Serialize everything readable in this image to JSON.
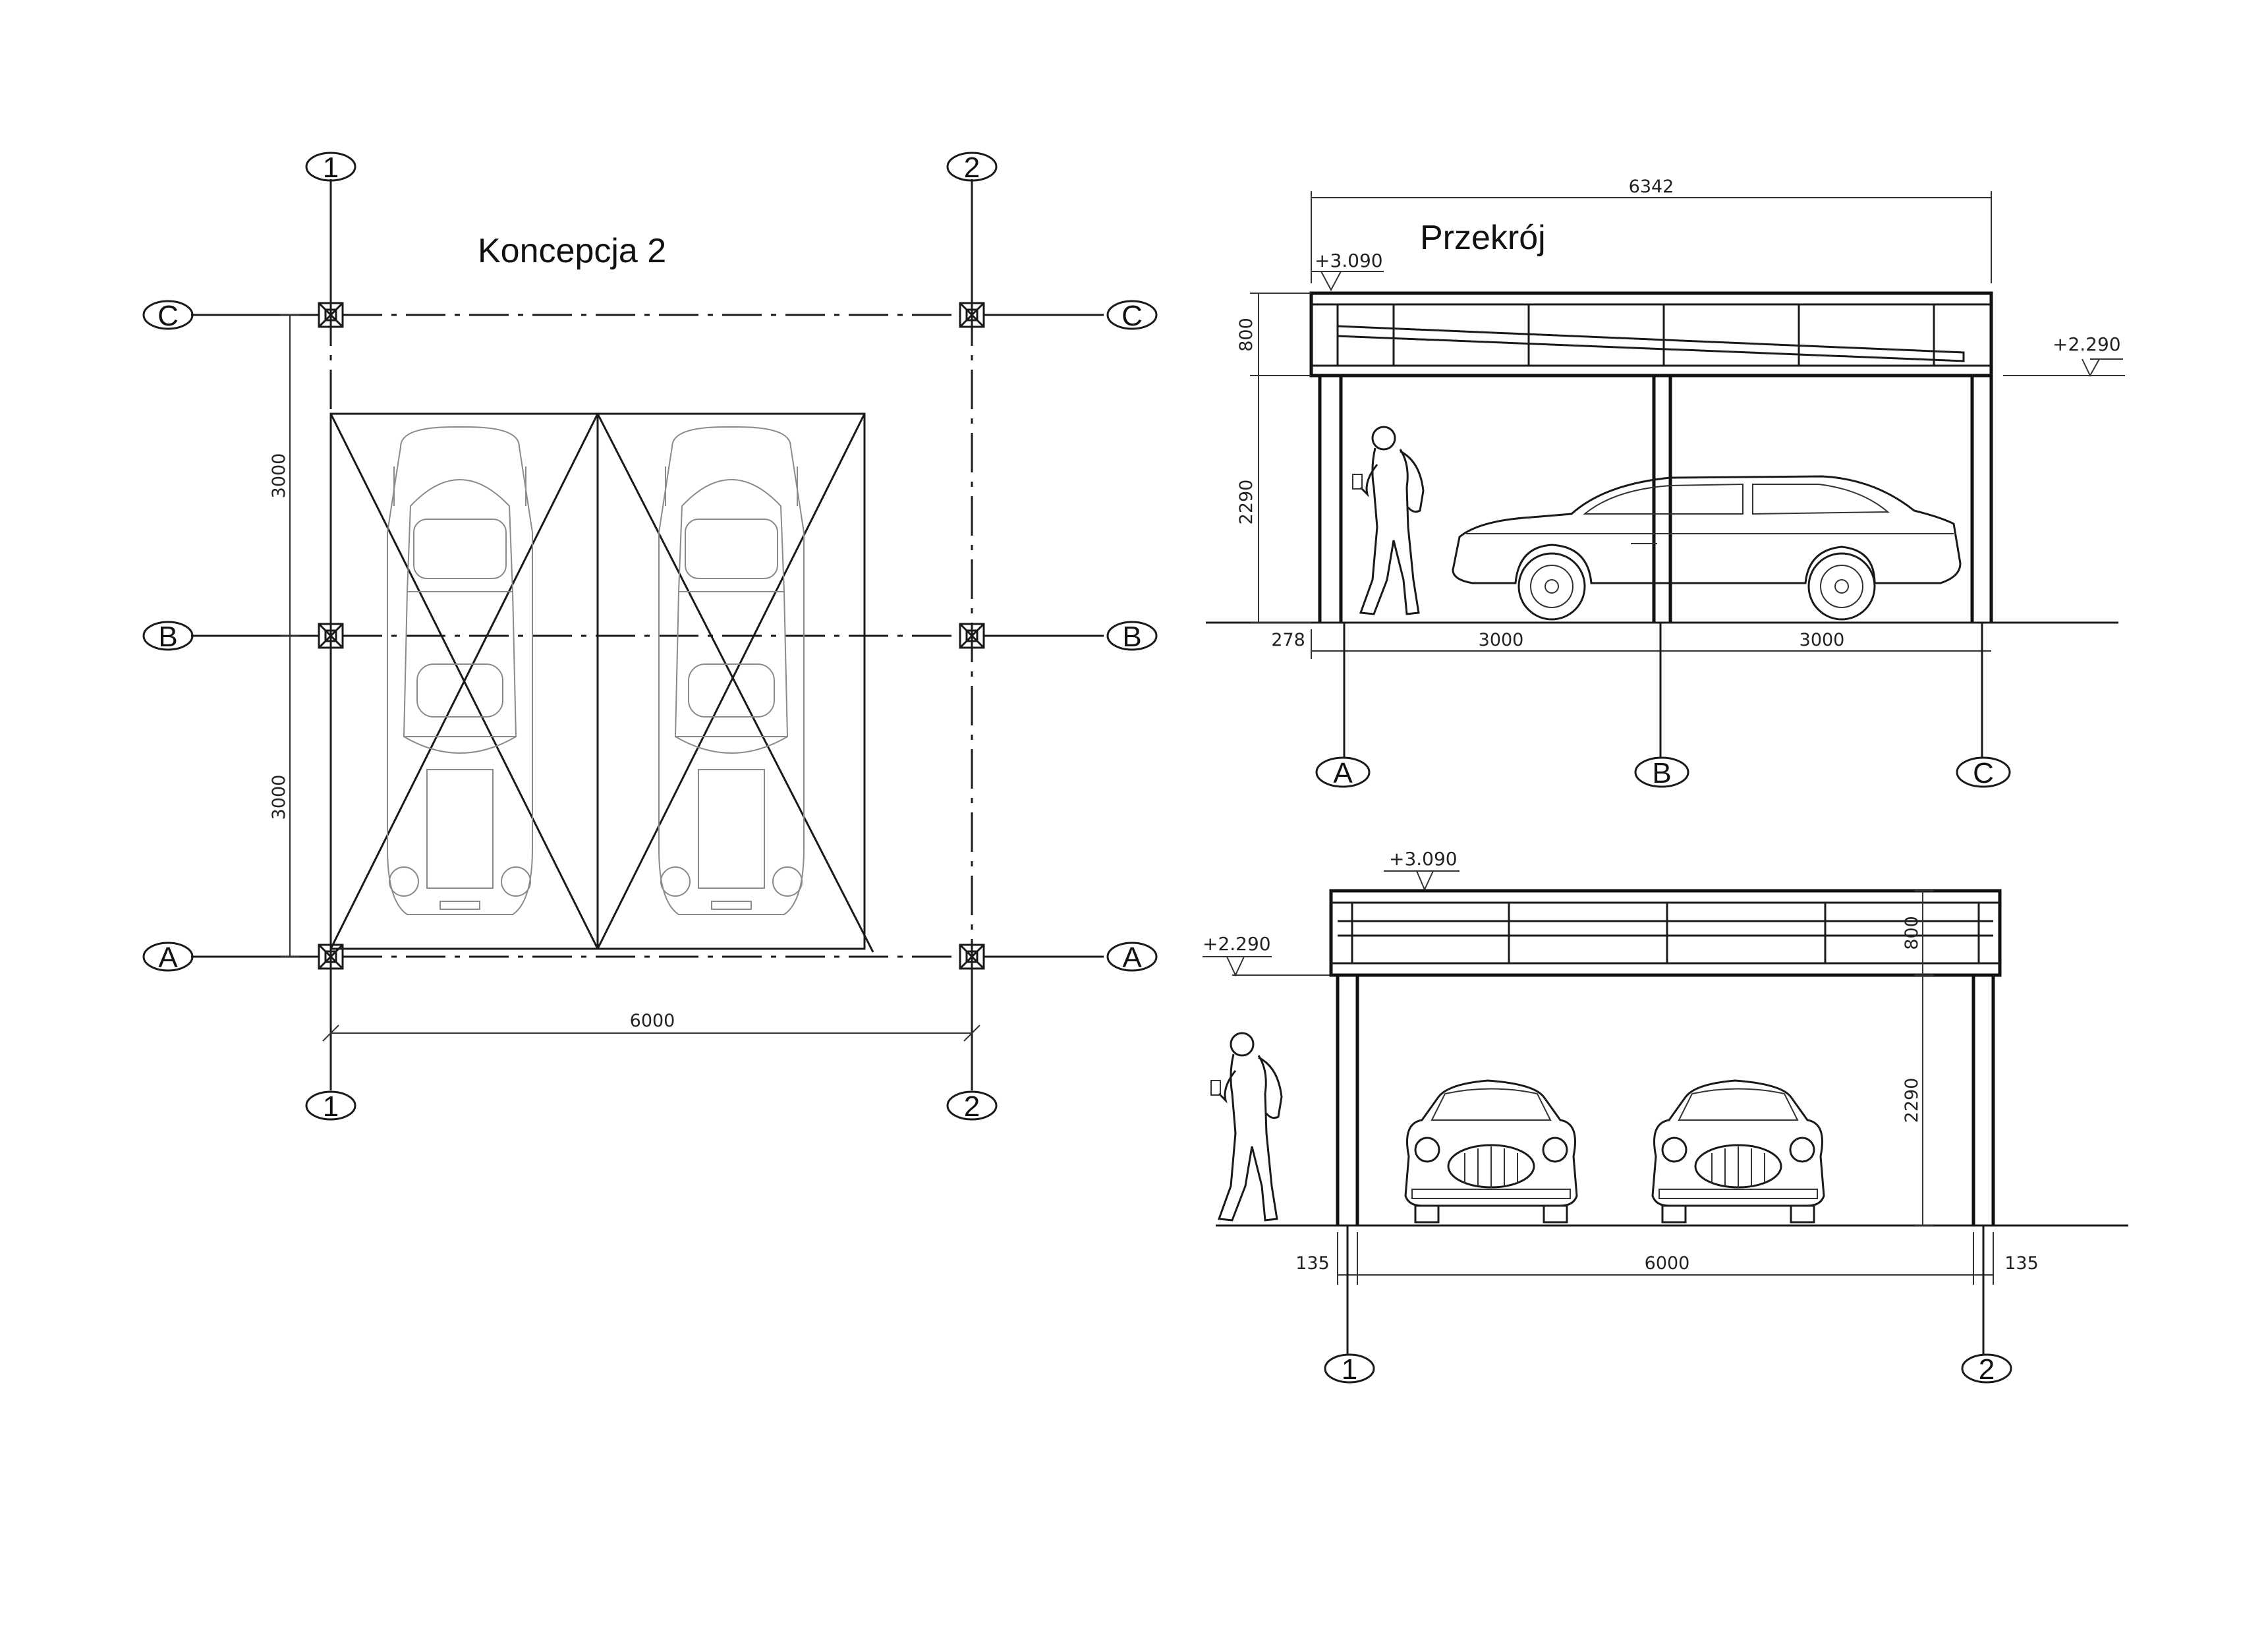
{
  "plan": {
    "title": "Koncepcja 2",
    "grid_columns": [
      "1",
      "2"
    ],
    "grid_rows": [
      "C",
      "B",
      "A"
    ],
    "dim_top_span": "3000",
    "dim_bottom_span": "3000",
    "dim_width": "6000"
  },
  "section": {
    "title": "Przekrój",
    "dim_total": "6342",
    "level_top": "+3.090",
    "level_eave": "+2.290",
    "dim_roof": "800",
    "dim_height": "2290",
    "dim_overhang": "278",
    "dim_bay_1": "3000",
    "dim_bay_2": "3000",
    "axes": [
      "A",
      "B",
      "C"
    ]
  },
  "elevation": {
    "level_top": "+3.090",
    "level_eave": "+2.290",
    "dim_roof": "800",
    "dim_height": "2290",
    "dim_left": "135",
    "dim_span": "6000",
    "dim_right": "135",
    "axes": [
      "1",
      "2"
    ]
  }
}
